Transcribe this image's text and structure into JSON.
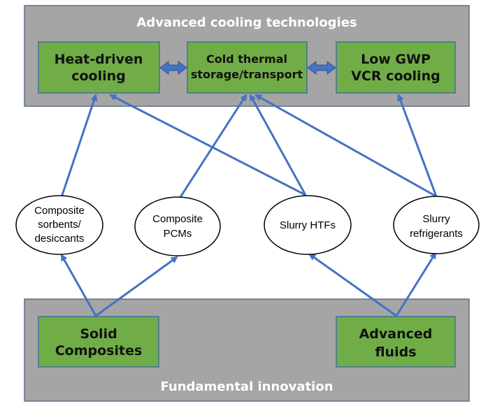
{
  "top_panel": {
    "title": "Advanced cooling technologies",
    "boxes": [
      {
        "id": "heat-driven",
        "lines": [
          "Heat-driven",
          "cooling"
        ]
      },
      {
        "id": "cold-thermal",
        "lines": [
          "Cold thermal",
          "storage/transport"
        ]
      },
      {
        "id": "low-gwp",
        "lines": [
          "Low GWP",
          "VCR cooling"
        ]
      }
    ]
  },
  "materials": [
    {
      "id": "composite-sorbents",
      "lines": [
        "Composite",
        "sorbents/",
        "desiccants"
      ]
    },
    {
      "id": "composite-pcms",
      "lines": [
        "Composite",
        "PCMs"
      ]
    },
    {
      "id": "slurry-htfs",
      "lines": [
        "Slurry HTFs"
      ]
    },
    {
      "id": "slurry-refrigerants",
      "lines": [
        "Slurry",
        "refrigerants"
      ]
    }
  ],
  "bottom_panel": {
    "title": "Fundamental innovation",
    "boxes": [
      {
        "id": "solid-composites",
        "lines": [
          "Solid",
          "Composites"
        ]
      },
      {
        "id": "advanced-fluids",
        "lines": [
          "Advanced",
          "fluids"
        ]
      }
    ]
  },
  "colors": {
    "panel_fill": "#a5a5a5",
    "panel_border": "#5b6f8a",
    "box_fill": "#70ad47",
    "box_border": "#41719c",
    "arrow": "#4472c4",
    "ellipse_fill": "#ffffff",
    "ellipse_border": "#000000"
  }
}
